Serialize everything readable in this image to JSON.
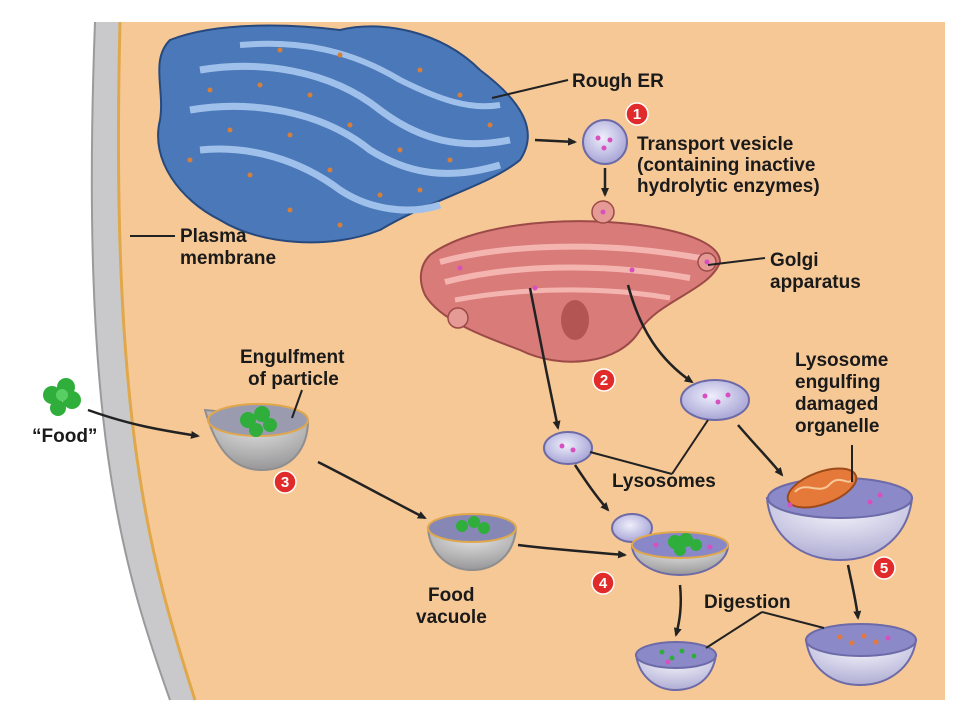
{
  "labels": {
    "rough_er": "Rough ER",
    "transport_vesicle_line1": "Transport vesicle",
    "transport_vesicle_line2": "(containing inactive",
    "transport_vesicle_line3": "hydrolytic enzymes)",
    "plasma_membrane_line1": "Plasma",
    "plasma_membrane_line2": "membrane",
    "golgi_line1": "Golgi",
    "golgi_line2": "apparatus",
    "engulfment_line1": "Engulfment",
    "engulfment_line2": "of particle",
    "food": "“Food”",
    "lysosome_engulfing_line1": "Lysosome",
    "lysosome_engulfing_line2": "engulfing",
    "lysosome_engulfing_line3": "damaged",
    "lysosome_engulfing_line4": "organelle",
    "lysosomes": "Lysosomes",
    "food_vacuole_line1": "Food",
    "food_vacuole_line2": "vacuole",
    "digestion": "Digestion"
  },
  "steps": [
    "1",
    "2",
    "3",
    "4",
    "5"
  ],
  "colors": {
    "cytoplasm": "#f6c896",
    "membrane_gray": "#b9b9bb",
    "er_blue": "#4a78b8",
    "golgi_pink": "#d97b78",
    "vesicle_lavender": "#c9c7ec",
    "food_green": "#2fae3c",
    "badge_red": "#e12b2b"
  }
}
